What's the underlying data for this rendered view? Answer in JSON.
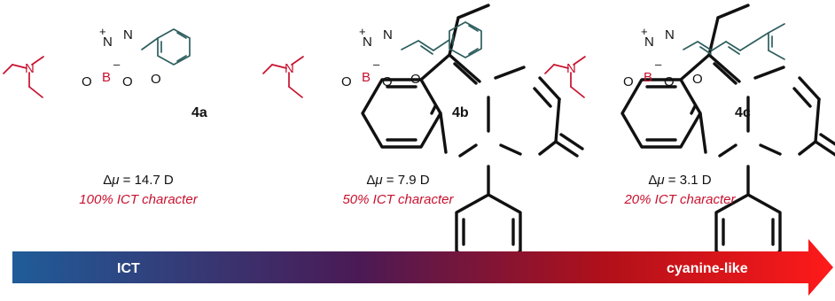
{
  "colors": {
    "donor": "#c8102e",
    "acceptor": "#2e5e5e",
    "boron": "#c8102e",
    "core": "#111111",
    "character_text": "#c8102e",
    "arrow_start": "#1f5c99",
    "arrow_mid": "#4a1a55",
    "arrow_late": "#b0101a",
    "arrow_end": "#ff1a1a"
  },
  "atoms": {
    "N": "N",
    "O": "O",
    "B": "B",
    "plus": "+",
    "minus": "–"
  },
  "compounds": [
    {
      "id": "4a",
      "dipole_symbol": "Δ",
      "dipole_var": "μ",
      "dipole_text": " = 14.7 D",
      "dipole": 14.7,
      "ict_text": "100% ICT character",
      "ict_percent": 100,
      "linker_double_bonds": 0
    },
    {
      "id": "4b",
      "dipole_symbol": "Δ",
      "dipole_var": "μ",
      "dipole_text": " = 7.9 D",
      "dipole": 7.9,
      "ict_text": "50% ICT character",
      "ict_percent": 50,
      "linker_double_bonds": 1
    },
    {
      "id": "4c",
      "dipole_symbol": "Δ",
      "dipole_var": "μ",
      "dipole_text": " = 3.1 D",
      "dipole": 3.1,
      "ict_text": "20% ICT character",
      "ict_percent": 20,
      "linker_double_bonds": 2
    }
  ],
  "arrow": {
    "left_label": "ICT",
    "right_label": "cyanine-like"
  }
}
